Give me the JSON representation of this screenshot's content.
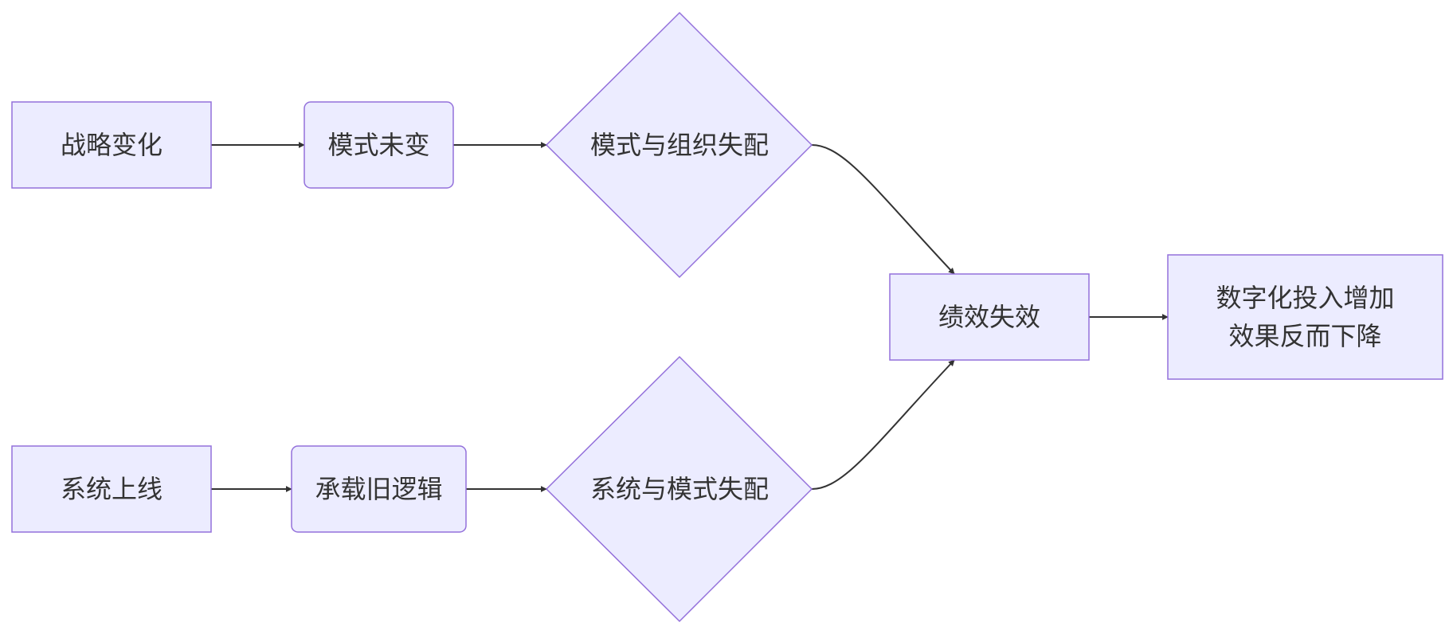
{
  "diagram": {
    "nodes": {
      "strategy_change": {
        "label": "战略变化"
      },
      "model_unchanged": {
        "label": "模式未变"
      },
      "model_org_mismatch": {
        "label": "模式与组织失配"
      },
      "system_online": {
        "label": "系统上线"
      },
      "legacy_logic": {
        "label": "承载旧逻辑"
      },
      "system_model_mismatch": {
        "label": "系统与模式失配"
      },
      "performance_failure": {
        "label": "绩效失效"
      },
      "result": {
        "line1": "数字化投入增加",
        "line2": "效果反而下降"
      }
    },
    "colors": {
      "node_fill": "#ececff",
      "node_stroke": "#9370db",
      "edge": "#333333",
      "text": "#333333"
    }
  }
}
